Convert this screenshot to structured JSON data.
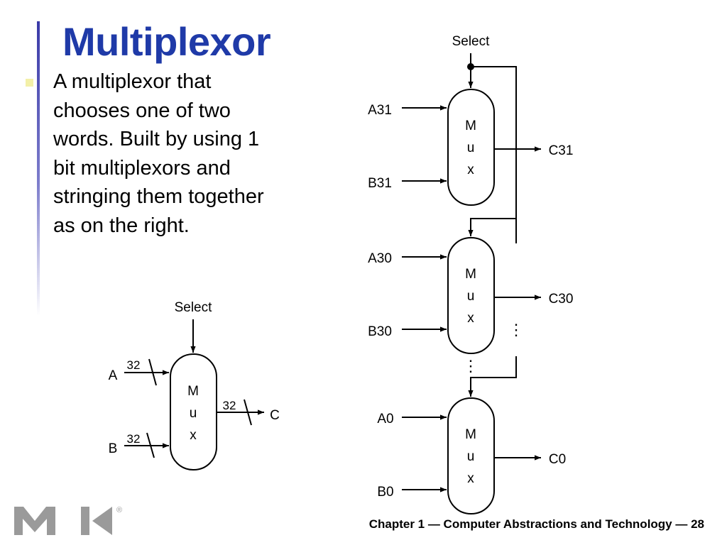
{
  "slide": {
    "title": "Multiplexor",
    "body_lines": [
      "A multiplexor that",
      "chooses one of two",
      "words.  Built by using 1",
      "bit multiplexors and",
      "stringing them together",
      "as on the right."
    ],
    "footer": "Chapter 1 — Computer Abstractions and Technology — 28",
    "logo": {
      "symbol": "mk-logo",
      "registered_mark": "®"
    }
  },
  "left_diagram": {
    "select_label": "Select",
    "input_a_label": "A",
    "input_b_label": "B",
    "output_label": "C",
    "width_a": "32",
    "width_b": "32",
    "width_c": "32",
    "mux_letters": [
      "M",
      "u",
      "x"
    ]
  },
  "right_diagram": {
    "select_label": "Select",
    "muxes": [
      {
        "a_label": "A31",
        "b_label": "B31",
        "c_label": "C31",
        "letters": [
          "M",
          "u",
          "x"
        ]
      },
      {
        "a_label": "A30",
        "b_label": "B30",
        "c_label": "C30",
        "letters": [
          "M",
          "u",
          "x"
        ]
      },
      {
        "a_label": "A0",
        "b_label": "B0",
        "c_label": "C0",
        "letters": [
          "M",
          "u",
          "x"
        ]
      }
    ],
    "ellipsis": "⋮"
  },
  "colors": {
    "title": "#1f3aa8",
    "accent_bar": "#3a3aa8",
    "bullet": "#f3f0a8",
    "logo": "#9a9a9a"
  }
}
